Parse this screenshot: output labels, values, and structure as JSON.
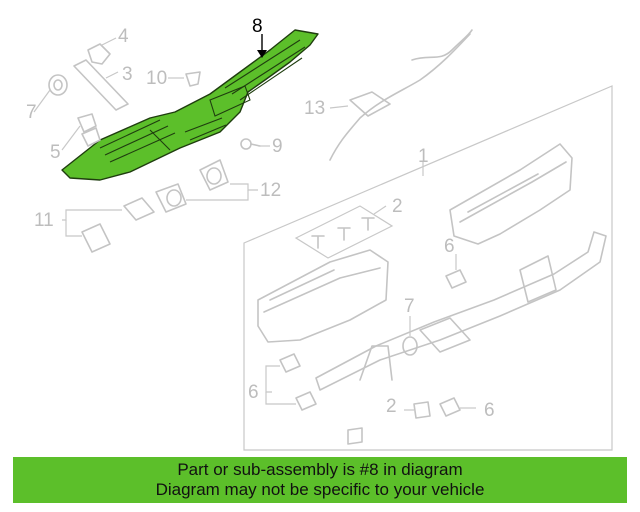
{
  "diagram": {
    "callouts": [
      "1",
      "2",
      "3",
      "4",
      "5",
      "6",
      "6",
      "6",
      "7",
      "7",
      "8",
      "9",
      "10",
      "11",
      "12",
      "13"
    ]
  },
  "banner": {
    "line1": "Part or sub-assembly is #8 in diagram",
    "line2": "Diagram may not be specific to your vehicle"
  },
  "colors": {
    "highlight": "#5cbf2a",
    "outline": "#c4c4c4"
  }
}
